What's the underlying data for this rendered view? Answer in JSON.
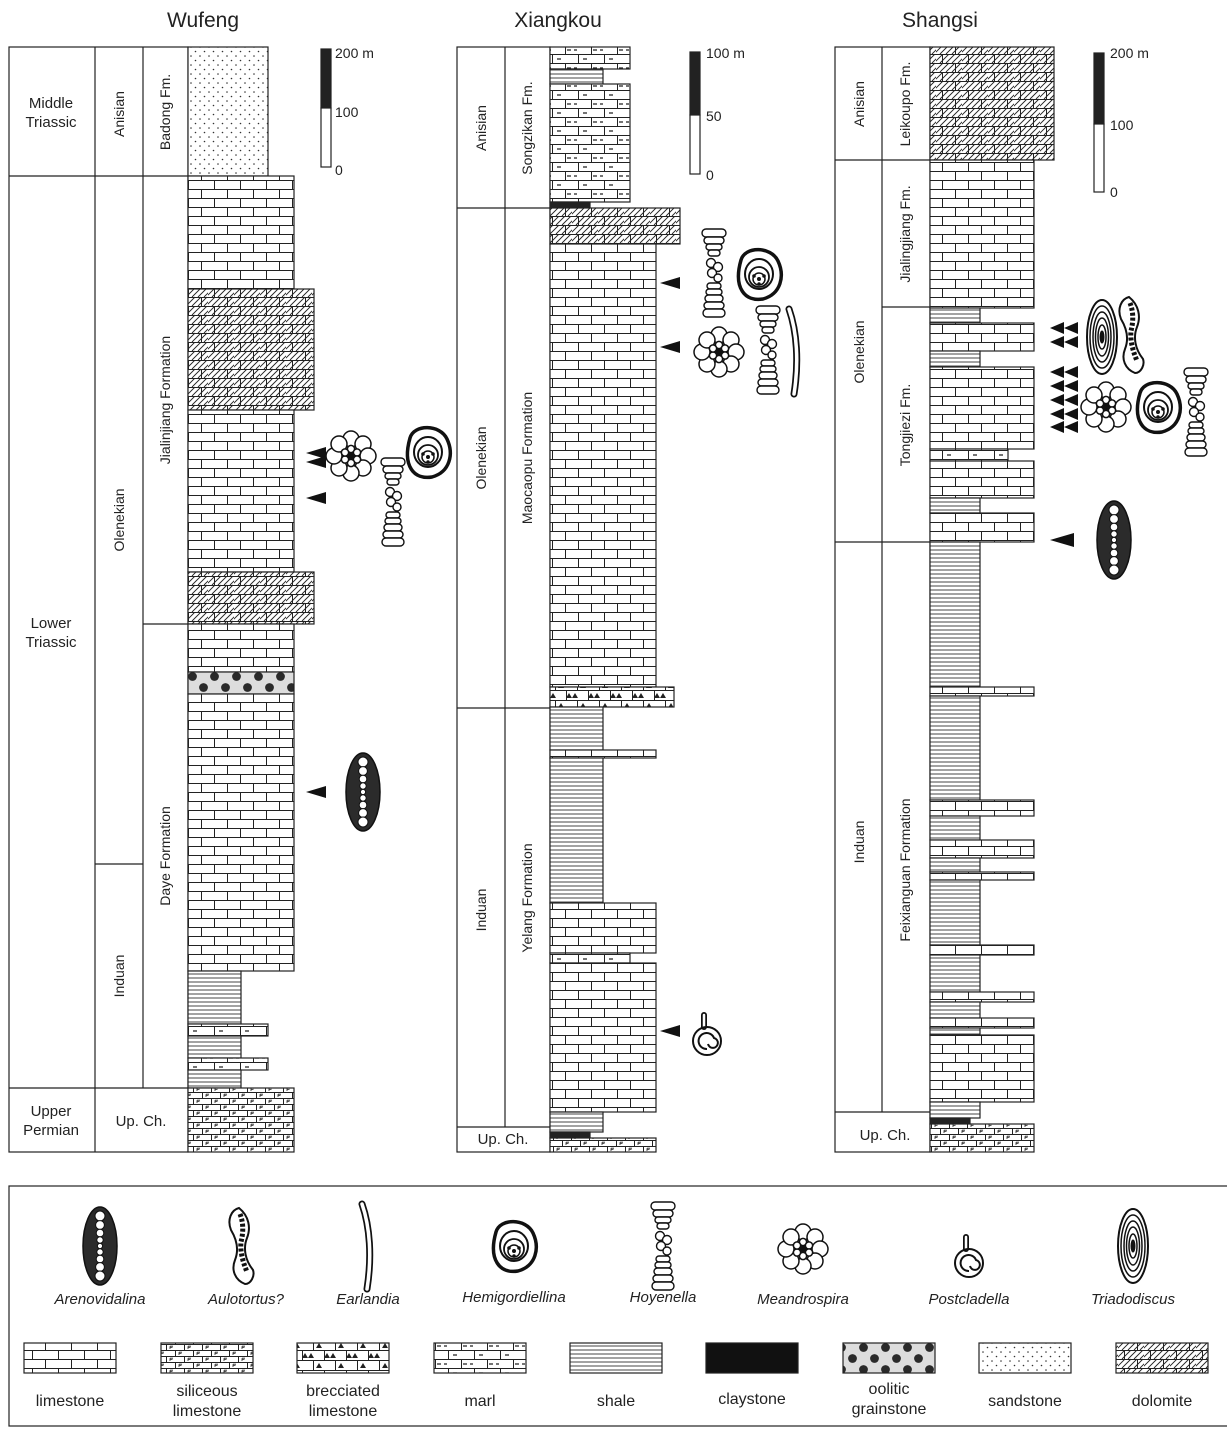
{
  "colors": {
    "line": "#222222",
    "fill_dark": "#222222",
    "background": "#ffffff"
  },
  "sections": {
    "wufeng": {
      "title": "Wufeng",
      "period_middle": [
        "Middle",
        "Triassic"
      ],
      "period_lower": [
        "Lower",
        "Triassic"
      ],
      "period_upper": [
        "Upper",
        "Permian"
      ],
      "stage_anisian": "Anisian",
      "stage_olenekian": "Olenekian",
      "stage_induan": "Induan",
      "upch": "Up. Ch.",
      "fm_badong": "Badong Fm.",
      "fm_jialinjiang": "Jialinjiang Formation",
      "fm_daye": "Daye Formation",
      "scale": [
        "200 m",
        "100",
        "0"
      ]
    },
    "xiangkou": {
      "title": "Xiangkou",
      "stage_anisian": "Anisian",
      "stage_olenekian": "Olenekian",
      "stage_induan": "Induan",
      "upch": "Up. Ch.",
      "fm_songzikan": "Songzikan Fm.",
      "fm_maocaopu": "Maocaopu Formation",
      "fm_yelang": "Yelang Formation",
      "scale": [
        "100 m",
        "50",
        "0"
      ]
    },
    "shangsi": {
      "title": "Shangsi",
      "stage_anisian": "Anisian",
      "stage_olenekian": "Olenekian",
      "stage_induan": "Induan",
      "upch": "Up. Ch.",
      "fm_leikoupo": "Leikoupo Fm.",
      "fm_jialingjiang": "Jialingjiang Fm.",
      "fm_tongjiezi": "Tongjiezi Fm.",
      "fm_feixianguan": "Feixianguan Formation",
      "scale": [
        "200 m",
        "100",
        "0"
      ]
    }
  },
  "legend": {
    "fossils": [
      "Arenovidalina",
      "Aulotortus?",
      "Earlandia",
      "Hemigordiellina",
      "Hoyenella",
      "Meandrospira",
      "Postcladella",
      "Triadodiscus"
    ],
    "lithologies": {
      "limestone": [
        "limestone"
      ],
      "siliceous": [
        "siliceous",
        "limestone"
      ],
      "brecciated": [
        "brecciated",
        "limestone"
      ],
      "marl": [
        "marl"
      ],
      "shale": [
        "shale"
      ],
      "claystone": [
        "claystone"
      ],
      "oolitic": [
        "oolitic",
        "grainstone"
      ],
      "sandstone": [
        "sandstone"
      ],
      "dolomite": [
        "dolomite"
      ]
    }
  }
}
